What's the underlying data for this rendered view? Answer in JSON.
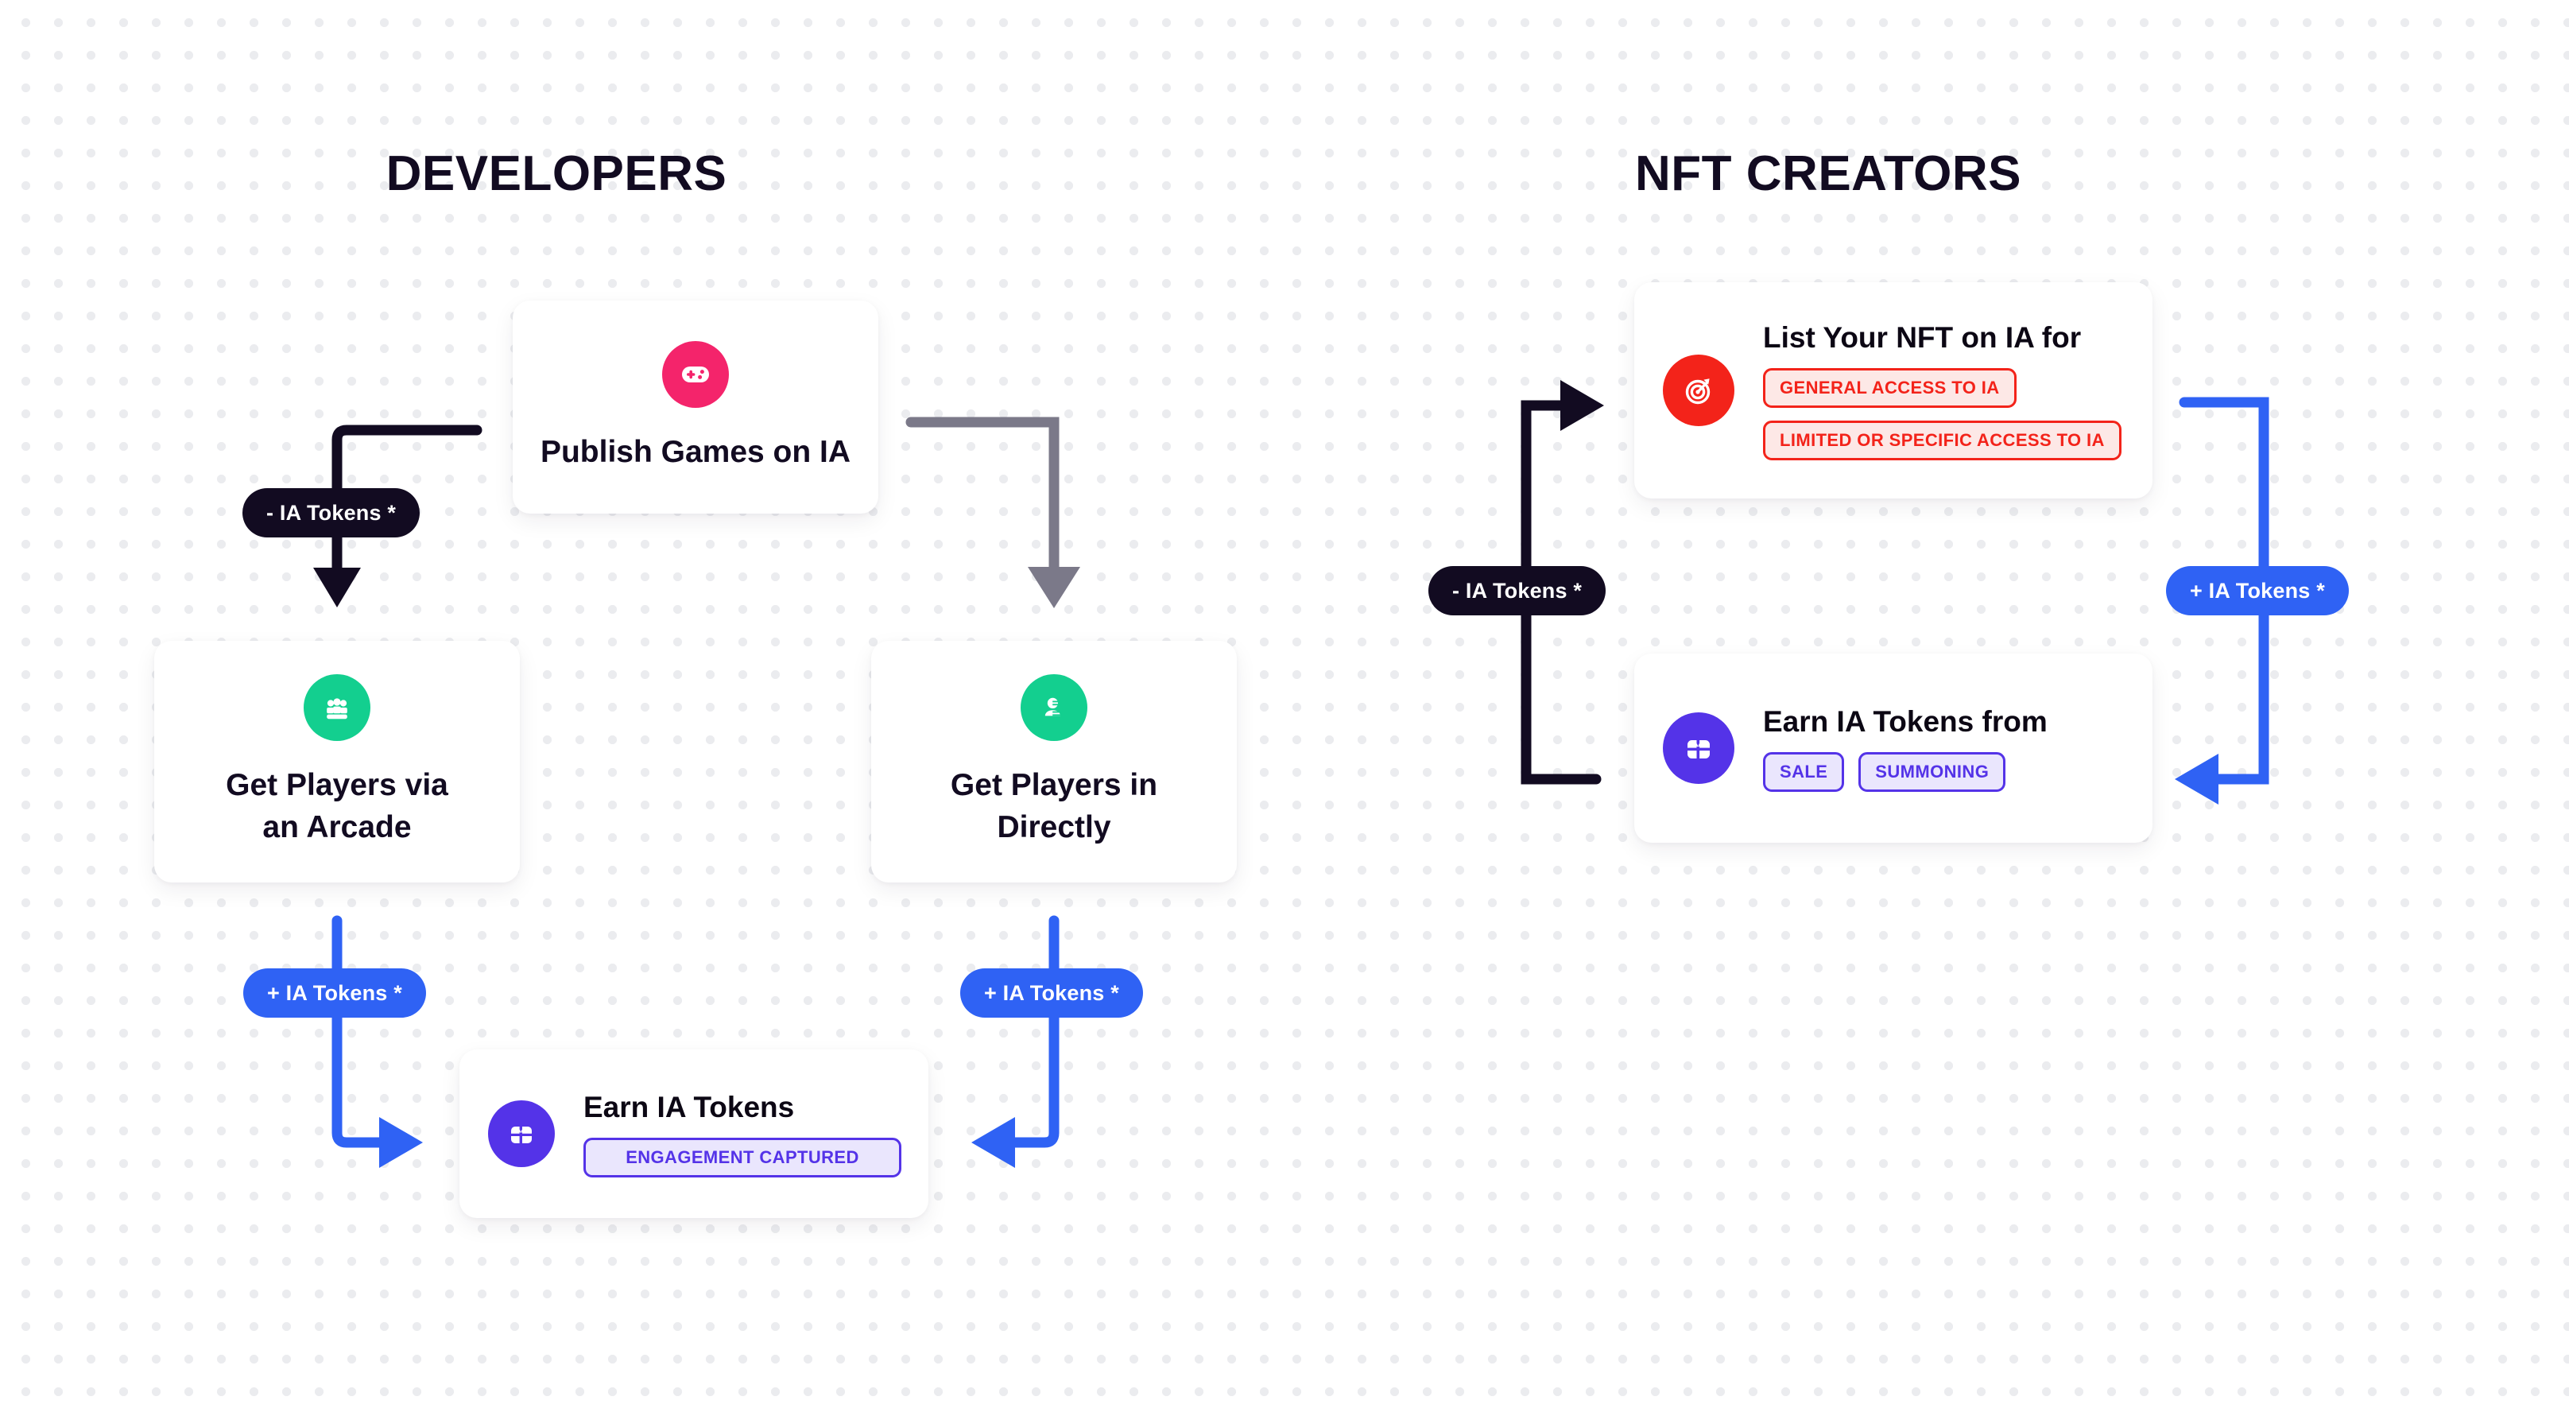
{
  "columns": {
    "developers": {
      "title": "DEVELOPERS"
    },
    "nft_creators": {
      "title": "NFT CREATORS"
    }
  },
  "colors": {
    "background": "#ffffff",
    "dot_grid": "#ebecef",
    "ink": "#120b21",
    "pink": "#f4246b",
    "green": "#13cf8f",
    "red": "#f3231a",
    "purple": "#5433e8",
    "blue": "#2f62f4",
    "gray_arrow": "#7b7989"
  },
  "cards": {
    "publish_games": {
      "title": "Publish Games on IA",
      "icon": "gamepad-icon",
      "icon_color": "#f4246b"
    },
    "get_players_arcade": {
      "title": "Get Players via\nan Arcade",
      "icon": "people-group-icon",
      "icon_color": "#13cf8f"
    },
    "get_players_directly": {
      "title": "Get Players in\nDirectly",
      "icon": "single-person-icon",
      "icon_color": "#13cf8f"
    },
    "earn_tokens_dev": {
      "title": "Earn IA Tokens",
      "icon": "gift-box-icon",
      "icon_color": "#5433e8",
      "badges": [
        "ENGAGEMENT CAPTURED"
      ]
    },
    "list_nft": {
      "title": "List Your NFT on IA for",
      "icon": "target-arrow-icon",
      "icon_color": "#f3231a",
      "badges": [
        "GENERAL ACCESS TO IA",
        "LIMITED OR SPECIFIC ACCESS TO IA"
      ]
    },
    "earn_tokens_nft": {
      "title": "Earn IA Tokens from",
      "icon": "gift-box-icon",
      "icon_color": "#5433e8",
      "badges": [
        "SALE",
        "SUMMONING"
      ]
    }
  },
  "pills": {
    "dev_minus": {
      "label": "- IA Tokens *",
      "variant": "dark"
    },
    "dev_plus_left": {
      "label": "+ IA Tokens *",
      "variant": "blue"
    },
    "dev_plus_right": {
      "label": "+ IA Tokens *",
      "variant": "blue"
    },
    "nft_minus": {
      "label": "- IA Tokens *",
      "variant": "dark"
    },
    "nft_plus": {
      "label": "+ IA Tokens *",
      "variant": "blue"
    }
  },
  "connectors": [
    {
      "name": "publish-to-arcade",
      "color": "#120b21",
      "direction": "down"
    },
    {
      "name": "publish-to-directly",
      "color": "#7b7989",
      "direction": "down"
    },
    {
      "name": "arcade-to-earn",
      "color": "#2f62f4",
      "direction": "right"
    },
    {
      "name": "directly-to-earn",
      "color": "#2f62f4",
      "direction": "left"
    },
    {
      "name": "earn-nft-to-list-nft",
      "color": "#120b21",
      "direction": "right"
    },
    {
      "name": "list-nft-to-earn-nft",
      "color": "#2f62f4",
      "direction": "left"
    }
  ]
}
